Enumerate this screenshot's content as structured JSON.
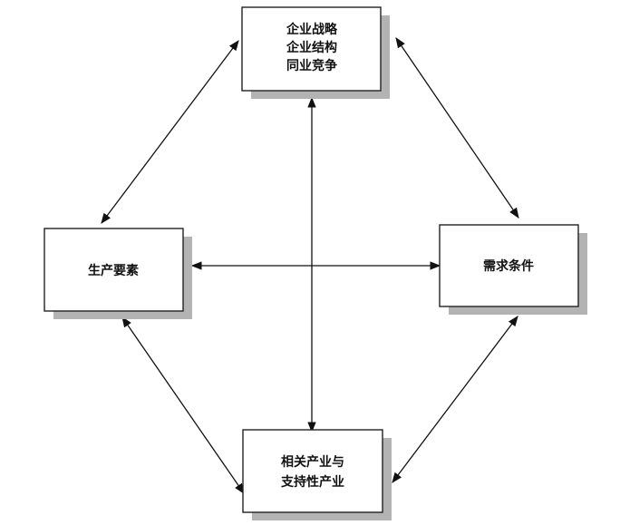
{
  "diagram": {
    "nodes": {
      "strategy": {
        "lines": [
          "企业战略",
          "企业结构",
          "同业竞争"
        ]
      },
      "factor": {
        "lines": [
          "生产要素"
        ]
      },
      "demand": {
        "lines": [
          "需求条件"
        ]
      },
      "related": {
        "lines": [
          "相关产业与",
          "支持性产业"
        ]
      }
    },
    "edges": [
      {
        "from": "strategy",
        "to": "factor",
        "style": "bidirectional"
      },
      {
        "from": "strategy",
        "to": "demand",
        "style": "bidirectional"
      },
      {
        "from": "strategy",
        "to": "related",
        "style": "bidirectional"
      },
      {
        "from": "factor",
        "to": "demand",
        "style": "bidirectional"
      },
      {
        "from": "factor",
        "to": "related",
        "style": "bidirectional"
      },
      {
        "from": "demand",
        "to": "related",
        "style": "bidirectional"
      }
    ],
    "colors": {
      "box_fill": "#ffffff",
      "box_border": "#222222",
      "box_shadow": "#b3b3b3",
      "line": "#111111",
      "text": "#111111"
    }
  }
}
